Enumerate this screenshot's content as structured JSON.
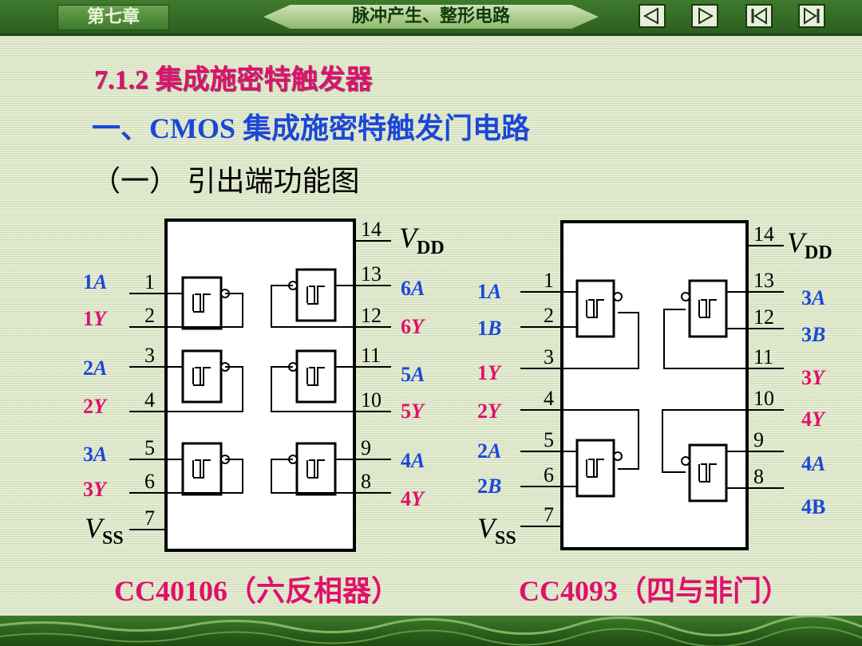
{
  "header": {
    "chapter_tab": "第七章",
    "chapter_title": "脉冲产生、整形电路",
    "nav": [
      "prev",
      "next",
      "first",
      "last"
    ]
  },
  "section_title": "7.1.2  集成施密特触发器",
  "subtitle": "一、CMOS 集成施密特触发门电路",
  "sub_subtitle": "（一） 引出端功能图",
  "left_chip": {
    "caption": "CC40106（六反相器）",
    "vdd": "V",
    "vdd_sub": "DD",
    "vss": "V",
    "vss_sub": "SS",
    "left_pins": [
      "1",
      "2",
      "3",
      "4",
      "5",
      "6",
      "7"
    ],
    "right_pins": [
      "14",
      "13",
      "12",
      "11",
      "10",
      "9",
      "8"
    ],
    "left_labels": [
      {
        "num": "1",
        "letter": "A",
        "color": "blue"
      },
      {
        "num": "1",
        "letter": "Y",
        "color": "red"
      },
      {
        "num": "2",
        "letter": "A",
        "color": "blue"
      },
      {
        "num": "2",
        "letter": "Y",
        "color": "red"
      },
      {
        "num": "3",
        "letter": "A",
        "color": "blue"
      },
      {
        "num": "3",
        "letter": "Y",
        "color": "red"
      }
    ],
    "right_labels": [
      {
        "num": "6",
        "letter": "A",
        "color": "blue"
      },
      {
        "num": "6",
        "letter": "Y",
        "color": "red"
      },
      {
        "num": "5",
        "letter": "A",
        "color": "blue"
      },
      {
        "num": "5",
        "letter": "Y",
        "color": "red"
      },
      {
        "num": "4",
        "letter": "A",
        "color": "blue"
      },
      {
        "num": "4",
        "letter": "Y",
        "color": "red"
      }
    ]
  },
  "right_chip": {
    "caption": "CC4093（四与非门）",
    "vdd": "V",
    "vdd_sub": "DD",
    "vss": "V",
    "vss_sub": "SS",
    "left_pins": [
      "1",
      "2",
      "3",
      "4",
      "5",
      "6",
      "7"
    ],
    "right_pins": [
      "14",
      "13",
      "12",
      "11",
      "10",
      "9",
      "8"
    ],
    "left_labels": [
      {
        "num": "1",
        "letter": "A",
        "color": "blue"
      },
      {
        "num": "1",
        "letter": "B",
        "color": "blue"
      },
      {
        "num": "1",
        "letter": "Y",
        "color": "red"
      },
      {
        "num": "2",
        "letter": "Y",
        "color": "red"
      },
      {
        "num": "2",
        "letter": "A",
        "color": "blue"
      },
      {
        "num": "2",
        "letter": "B",
        "color": "blue"
      }
    ],
    "right_labels": [
      {
        "num": "3",
        "letter": "A",
        "color": "blue"
      },
      {
        "num": "3",
        "letter": "B",
        "color": "blue"
      },
      {
        "num": "3",
        "letter": "Y",
        "color": "red"
      },
      {
        "num": "4",
        "letter": "Y",
        "color": "red"
      },
      {
        "num": "4",
        "letter": "A",
        "color": "blue"
      },
      {
        "num": "4",
        "letter": "B",
        "color": "blue",
        "upright": true
      }
    ]
  },
  "colors": {
    "accent": "#e0106a",
    "blue": "#1b47d8",
    "bar": "#2c5e1f"
  }
}
